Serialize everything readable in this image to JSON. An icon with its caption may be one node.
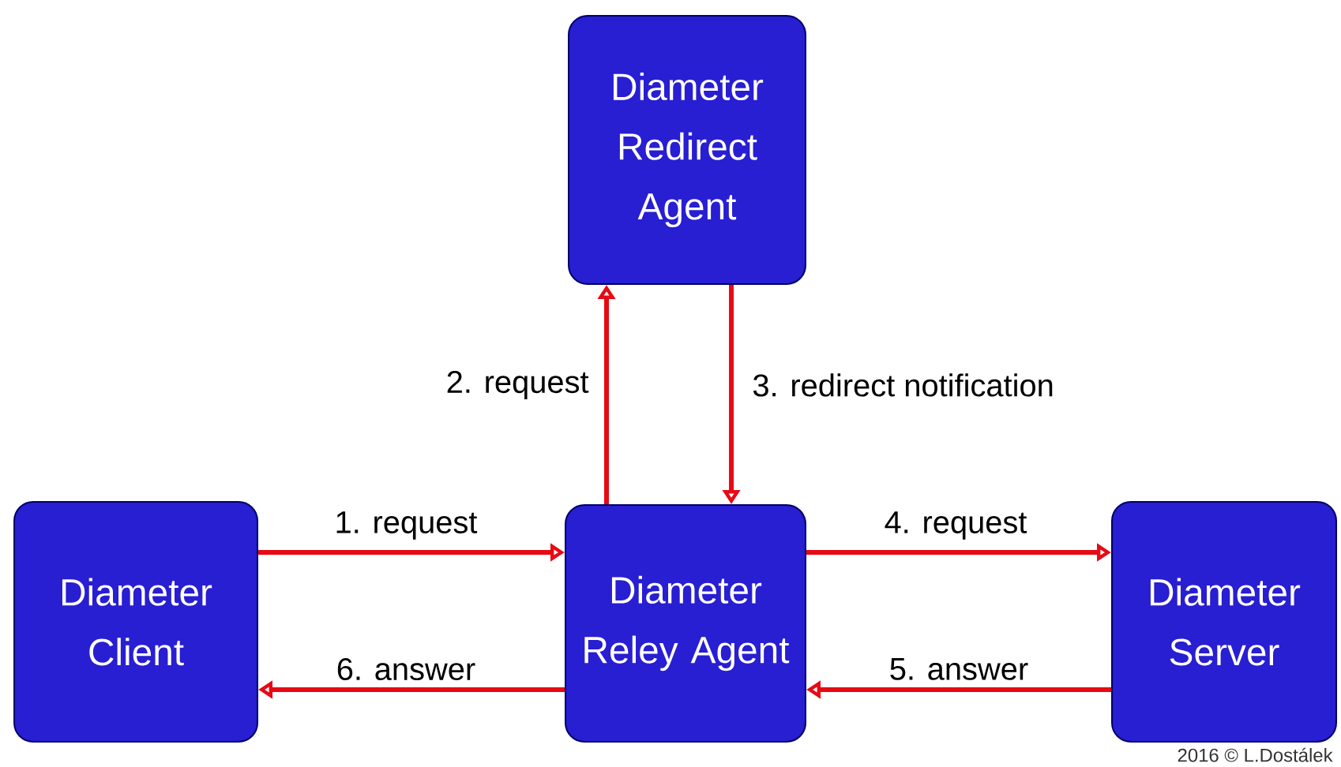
{
  "diagram": {
    "nodes": [
      {
        "text": [
          "Diameter Redirect Agent"
        ]
      },
      {
        "text": [
          "Diameter Client"
        ]
      },
      {
        "text": [
          "Diameter Reley Agent"
        ]
      },
      {
        "text": [
          "Diameter Server"
        ]
      }
    ],
    "edges": [
      {
        "from": 1,
        "to": 2,
        "arrow": "to",
        "label": "1. request"
      },
      {
        "from": 2,
        "to": 0,
        "arrow": "to",
        "label": "2. request"
      },
      {
        "from": 0,
        "to": 2,
        "arrow": "to",
        "label": "3. redirect notification"
      },
      {
        "from": 2,
        "to": 3,
        "arrow": "to",
        "label": "4. request"
      },
      {
        "from": 3,
        "to": 2,
        "arrow": "to",
        "label": "5. answer"
      },
      {
        "from": 2,
        "to": 1,
        "arrow": "to",
        "label": "6. answer"
      }
    ],
    "labels": [
      "2016 © L.Dostálek"
    ]
  }
}
